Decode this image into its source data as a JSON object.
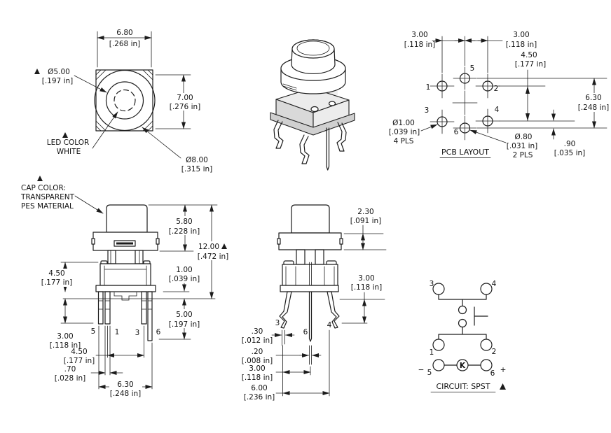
{
  "top_view": {
    "width_mm": "6.80",
    "width_in": "[.268 in]",
    "height_mm": "7.00",
    "height_in": "[.276 in]",
    "cap_dia_mm": "Ø5.00",
    "cap_dia_in": "[.197 in]",
    "outer_dia_mm": "Ø8.00",
    "outer_dia_in": "[.315 in]",
    "led_note1": "LED COLOR",
    "led_note2": "WHITE"
  },
  "pcb": {
    "title": "PCB LAYOUT",
    "pitch_left_mm": "3.00",
    "pitch_left_in": "[.118 in]",
    "pitch_right_mm": "3.00",
    "pitch_right_in": "[.118 in]",
    "row_mm": "4.50",
    "row_in": "[.177 in]",
    "span_mm": "6.30",
    "span_in": "[.248 in]",
    "offset_mm": ".90",
    "offset_in": "[.035 in]",
    "hole_a_mm": "Ø1.00",
    "hole_a_in": "[.039 in]",
    "hole_a_qty": "4 PLS",
    "hole_b_mm": "Ø.80",
    "hole_b_in": "[.031 in]",
    "hole_b_qty": "2 PLS",
    "pin1": "1",
    "pin2": "2",
    "pin3": "3",
    "pin4": "4",
    "pin5": "5",
    "pin6": "6"
  },
  "front": {
    "cap_note1": "CAP COLOR:",
    "cap_note2": "TRANSPARENT",
    "cap_note3": "PES MATERIAL",
    "cap_h_mm": "5.80",
    "cap_h_in": "[.228 in]",
    "total_mm": "12.00",
    "total_in": "[.472 in]",
    "step_mm": "1.00",
    "step_in": "[.039 in]",
    "body_mm": "4.50",
    "body_in": "[.177 in]",
    "lead_mm": "3.00",
    "lead_in": "[.118 in]",
    "led_lead_mm": "5.00",
    "led_lead_in": "[.197 in]",
    "pitch_mm": "4.50",
    "pitch_in": "[.177 in]",
    "lead_w_mm": ".70",
    "lead_w_in": "[.028 in]",
    "span_mm": "6.30",
    "span_in": "[.248 in]",
    "pin5": "5",
    "pin1": "1",
    "pin3": "3",
    "pin6": "6"
  },
  "side": {
    "bezel_mm": "2.30",
    "bezel_in": "[.091 in]",
    "lead_mm": "3.00",
    "lead_in": "[.118 in]",
    "lead_t_mm": ".30",
    "lead_t_in": "[.012 in]",
    "led_t_mm": ".20",
    "led_t_in": "[.008 in]",
    "pitch_mm": "3.00",
    "pitch_in": "[.118 in]",
    "span_mm": "6.00",
    "span_in": "[.236 in]",
    "pin3": "3",
    "pin6": "6",
    "pin4": "4"
  },
  "circuit": {
    "title": "CIRCUIT: SPST",
    "pin1": "1",
    "pin2": "2",
    "pin3": "3",
    "pin4": "4",
    "pin5": "5",
    "pin6": "6",
    "minus": "−",
    "plus": "+",
    "led_symbol": "K"
  }
}
